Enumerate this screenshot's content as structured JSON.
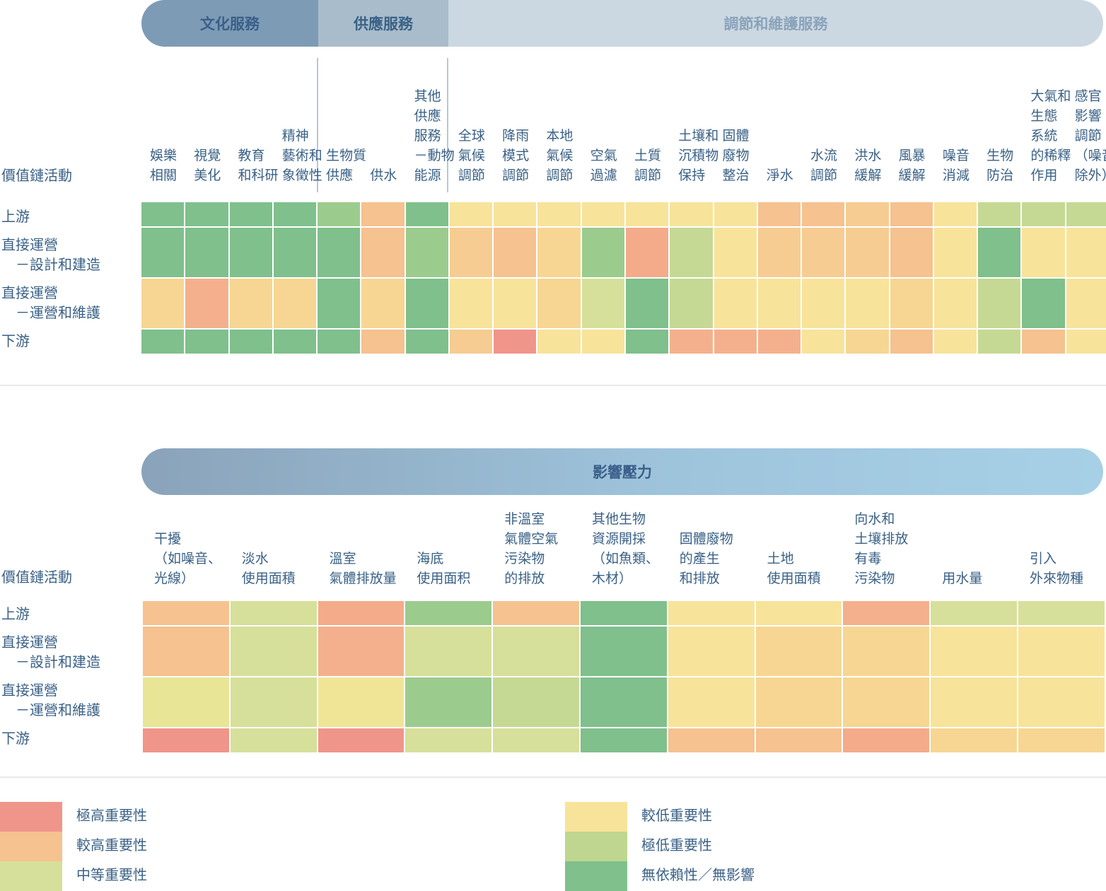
{
  "top_section": {
    "header_groups": [
      {
        "label": "文化服務",
        "color": "#7d9bb5",
        "text_color": "#3a5f8a"
      },
      {
        "label": "供應服務",
        "color": "#a8bccb",
        "text_color": "#3a6186"
      },
      {
        "label": "調節和維護服務",
        "color": "#cbd8e2",
        "text_color": "#8aa3ba"
      }
    ],
    "row_header": "價值鏈活動",
    "columns": [
      "娛樂\n相關",
      "視覺\n美化",
      "教育\n和科研",
      "精神\n藝術和\n象徵性",
      "生物質\n供應",
      "供水",
      "其他\n供應\n服務\n－動物\n能源",
      "全球\n氣候\n調節",
      "降雨\n模式\n調節",
      "本地\n氣候\n調節",
      "空氣\n過濾",
      "土質\n調節",
      "土壤和\n沉積物\n保持",
      "固體\n廢物\n整治",
      "淨水",
      "水流\n調節",
      "洪水\n緩解",
      "風暴\n緩解",
      "噪音\n消減",
      "生物\n防治",
      "大氣和\n生態\n系統\n的稀釋\n作用",
      "感官\n影響\n調節\n（噪音\n除外）"
    ],
    "rows": [
      "上游",
      "直接運營\n　－設計和建造",
      "直接運營\n　－運營和維護",
      "下游"
    ]
  },
  "bottom_section": {
    "header": "影響壓力",
    "row_header": "價值鏈活動",
    "columns": [
      "干擾\n（如噪音、\n光線）",
      "淡水\n使用面積",
      "溫室\n氣體排放量",
      "海底\n使用面积",
      "非溫室\n氣體空氣\n污染物\n的排放",
      "其他生物\n資源開採\n（如魚類、\n木材）",
      "固體廢物\n的產生\n和排放",
      "土地\n使用面積",
      "向水和\n土壤排放\n有毒\n污染物",
      "用水量",
      "引入\n外來物種"
    ],
    "rows": [
      "上游",
      "直接運營\n　－設計和建造",
      "直接運營\n　－運營和維護",
      "下游"
    ]
  },
  "legend": [
    {
      "label": "極高重要性",
      "color": "#f0958a"
    },
    {
      "label": "較高重要性",
      "color": "#f5c290"
    },
    {
      "label": "中等重要性",
      "color": "#d6e09a"
    },
    {
      "label": "較低重要性",
      "color": "#f8e39a"
    },
    {
      "label": "極低重要性",
      "color": "#bed68f"
    },
    {
      "label": "無依賴性／無影響",
      "color": "#7fc08c"
    }
  ],
  "chart_data": [
    {
      "type": "heatmap",
      "rows": [
        "上游",
        "直接運營－設計和建造",
        "直接運營－運營和維護",
        "下游"
      ],
      "columns": [
        "娛樂相關",
        "視覺美化",
        "教育和科研",
        "精神藝術和象徵性",
        "生物質供應",
        "供水",
        "其他供應服務－動物能源",
        "全球氣候調節",
        "降雨模式調節",
        "本地氣候調節",
        "空氣過濾",
        "土質調節",
        "土壤和沉積物保持",
        "固體廢物整治",
        "淨水",
        "水流調節",
        "洪水緩解",
        "風暴緩解",
        "噪音消減",
        "生物防治",
        "大氣和生態系統的稀釋作用",
        "感官影響調節（噪音除外）"
      ],
      "values": [
        [
          "#7fc08c",
          "#7fc08c",
          "#7fc08c",
          "#7fc08c",
          "#9ccb8e",
          "#f5c290",
          "#7fc08c",
          "#f8e39a",
          "#f8e39a",
          "#f8e39a",
          "#f8e39a",
          "#f8e39a",
          "#f8e39a",
          "#f8e39a",
          "#f5c290",
          "#f5c290",
          "#f6cc92",
          "#f5c290",
          "#f8e39a",
          "#c5d994",
          "#c5d994",
          "#c5d994"
        ],
        [
          "#7fc08c",
          "#7fc08c",
          "#7fc08c",
          "#7fc08c",
          "#7fc08c",
          "#f5c290",
          "#9ccb8e",
          "#f6cc92",
          "#f5c290",
          "#f6d692",
          "#9ccb8e",
          "#f4ab8a",
          "#c5d994",
          "#f8e39a",
          "#f6cc92",
          "#f6cc92",
          "#f6cc92",
          "#f5c290",
          "#f8e39a",
          "#7fc08c",
          "#f8e39a",
          "#f8e39a"
        ],
        [
          "#f6d692",
          "#f4b08c",
          "#f6d692",
          "#f6d692",
          "#7fc08c",
          "#f6d692",
          "#7fc08c",
          "#f8e39a",
          "#f8e39a",
          "#f6d692",
          "#d6e09a",
          "#7fc08c",
          "#c5d994",
          "#f8e39a",
          "#f8e39a",
          "#f8e39a",
          "#f8e39a",
          "#f6d692",
          "#f8e39a",
          "#c5d994",
          "#7fc08c",
          "#f8e39a"
        ],
        [
          "#7fc08c",
          "#7fc08c",
          "#7fc08c",
          "#7fc08c",
          "#7fc08c",
          "#f5c290",
          "#7fc08c",
          "#f6cc92",
          "#f0958a",
          "#f8e39a",
          "#f8e39a",
          "#7fc08c",
          "#f4b08c",
          "#f4b08c",
          "#f4b08c",
          "#f8e39a",
          "#f6d692",
          "#f5c290",
          "#f8e39a",
          "#c5d994",
          "#f5c290",
          "#f8e39a"
        ]
      ]
    },
    {
      "type": "heatmap",
      "rows": [
        "上游",
        "直接運營－設計和建造",
        "直接運營－運營和維護",
        "下游"
      ],
      "columns": [
        "干擾（如噪音、光線）",
        "淡水使用面積",
        "溫室氣體排放量",
        "海底使用面积",
        "非溫室氣體空氣污染物的排放",
        "其他生物資源開採（如魚類、木材）",
        "固體廢物的產生和排放",
        "土地使用面積",
        "向水和土壤排放有毒污染物",
        "用水量",
        "引入外來物種"
      ],
      "values": [
        [
          "#f5c290",
          "#d6e09a",
          "#f4ab8a",
          "#9ccb8e",
          "#f5c290",
          "#7fc08c",
          "#f8e39a",
          "#f8e39a",
          "#f4b08c",
          "#d6e09a",
          "#d6e09a"
        ],
        [
          "#f5c290",
          "#d6e09a",
          "#f4b08c",
          "#d6e09a",
          "#d6e09a",
          "#7fc08c",
          "#f8e39a",
          "#f6d692",
          "#f6d692",
          "#f8e39a",
          "#f8e39a"
        ],
        [
          "#e8e596",
          "#d6e09a",
          "#f0e596",
          "#9ccb8e",
          "#c5d994",
          "#7fc08c",
          "#f8e39a",
          "#f6d692",
          "#f6d692",
          "#f8e39a",
          "#f8e39a"
        ],
        [
          "#f0958a",
          "#d6e09a",
          "#f0958a",
          "#d6e09a",
          "#d6e09a",
          "#7fc08c",
          "#f5c290",
          "#f5c290",
          "#f4ab8a",
          "#f6d692",
          "#f6d692"
        ]
      ]
    }
  ]
}
